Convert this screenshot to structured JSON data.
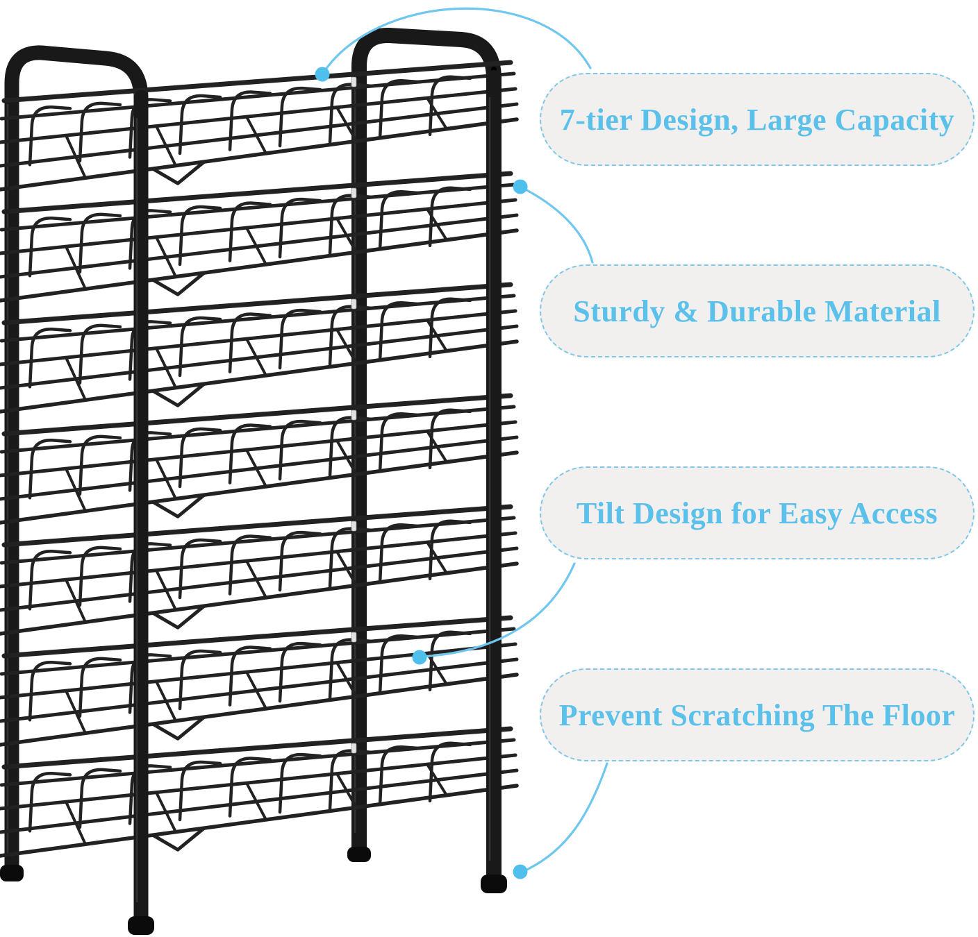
{
  "image": {
    "kind": "product-feature-annotation",
    "subject": "7-tier metal wire can rack organizer"
  },
  "product": {
    "tier_count": 7
  },
  "callouts": [
    {
      "label": "7-tier Design, Large Capacity"
    },
    {
      "label": "Sturdy & Durable Material"
    },
    {
      "label": "Tilt Design for Easy Access"
    },
    {
      "label": "Prevent Scratching The Floor"
    }
  ],
  "colors": {
    "background": "#ffffff",
    "accent_text_blue": "#5bc0ea",
    "callout_border_blue": "#7ec7e8",
    "callout_background": "#f2f0ee",
    "connector_blue": "#6fc6ee",
    "dot_blue": "#4fbfec",
    "frame_black": "#191919",
    "wire_black": "#222222",
    "foot_black": "#0b0b0b",
    "clip_white": "#e2e2e2"
  }
}
